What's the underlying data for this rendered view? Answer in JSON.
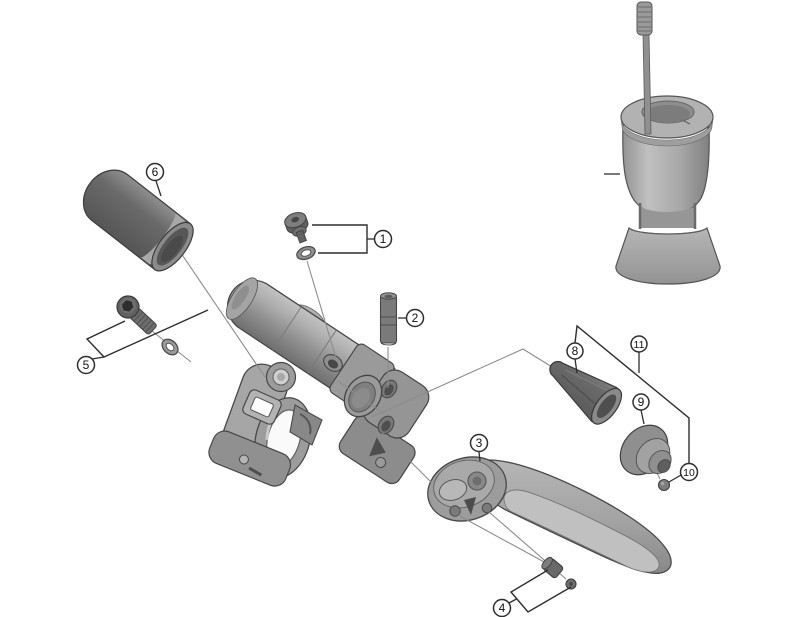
{
  "diagram": {
    "type": "exploded-parts-diagram",
    "subject": "hydraulic-brake-lever",
    "background": "#ffffff",
    "colors": {
      "outline": "#454545",
      "leader_line": "#8c8c8c",
      "bracket_line": "#2e2e2e",
      "callout_fill": "#ffffff",
      "callout_stroke": "#2e2e2e",
      "callout_text": "#111111",
      "part_light": "#b8b8b8",
      "part_mid": "#9a9a9a",
      "part_dark": "#5f5f5f"
    },
    "callouts": [
      {
        "label": "1"
      },
      {
        "label": "2"
      },
      {
        "label": "3"
      },
      {
        "label": "4"
      },
      {
        "label": "5"
      },
      {
        "label": "6"
      },
      {
        "label": "8"
      },
      {
        "label": "9"
      },
      {
        "label": "10"
      },
      {
        "label": "11"
      }
    ]
  }
}
